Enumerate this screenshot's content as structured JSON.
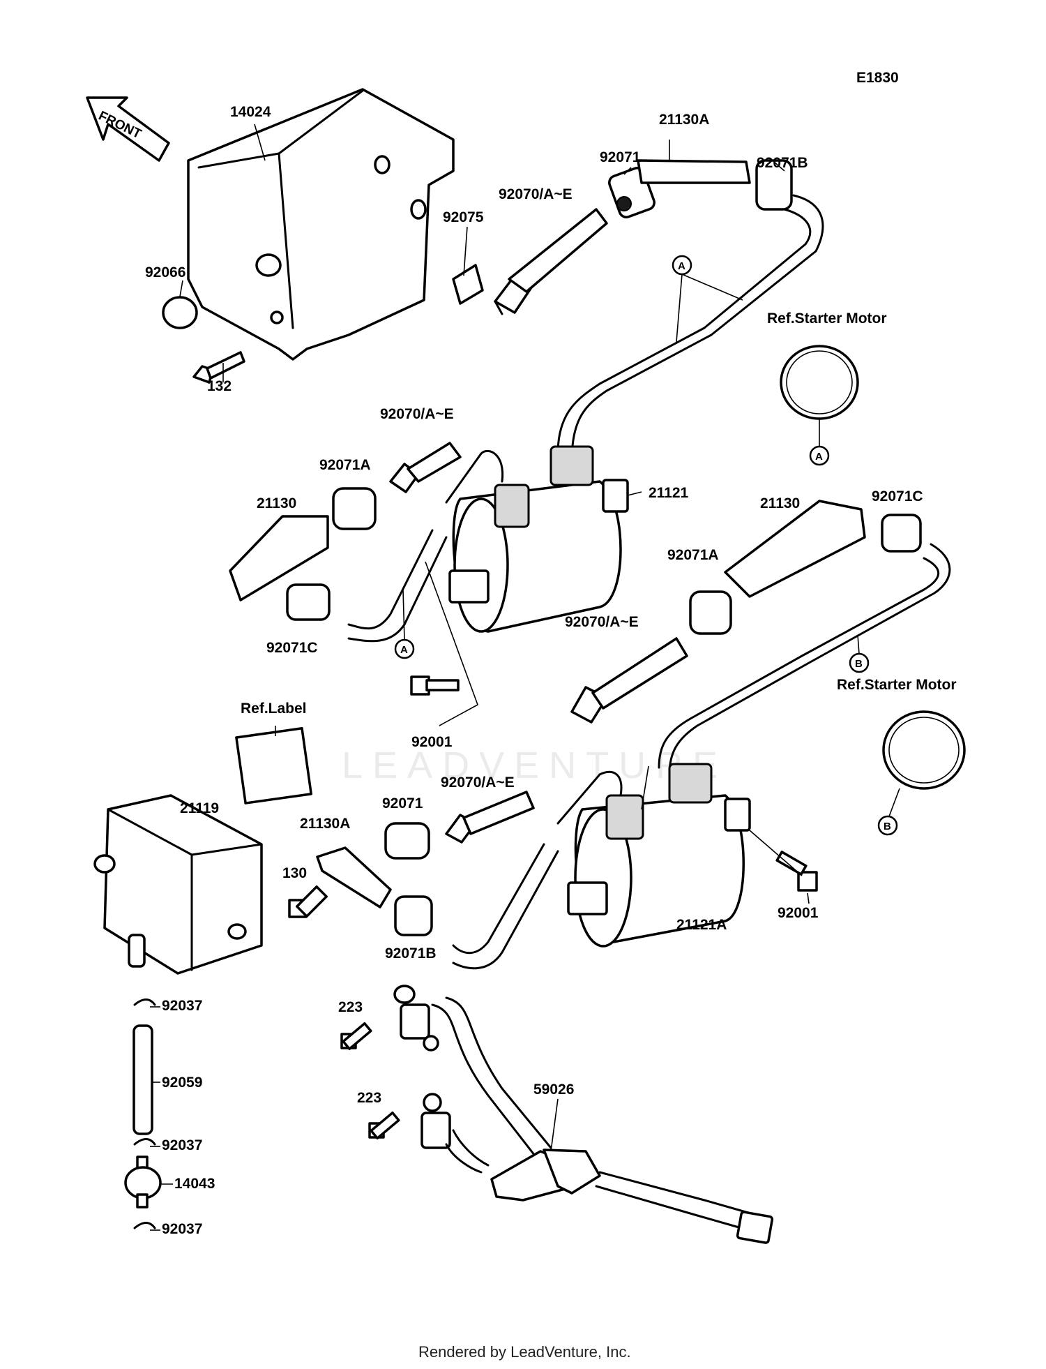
{
  "diagram_code": "E1830",
  "front_arrow": "FRONT",
  "labels": [
    "14024",
    "92066",
    "132",
    "92075",
    "21130A",
    "92071",
    "92071B",
    "92070/A~E",
    "Ref.Starter Motor",
    "92070/A~E",
    "92071A",
    "21130",
    "21121",
    "92071C",
    "21130",
    "92071C",
    "92071A",
    "92070/A~E",
    "92001",
    "Ref.Starter Motor",
    "Ref.Label",
    "21119",
    "21130A",
    "92071",
    "92070/A~E",
    "130",
    "92071B",
    "21121A",
    "92001",
    "92037",
    "92059",
    "92037",
    "14043",
    "92037",
    "223",
    "223",
    "59026"
  ],
  "ref_markers": [
    "A",
    "A",
    "A",
    "B",
    "B"
  ],
  "watermark": "LEADVENTURE",
  "footer": "Rendered by LeadVenture, Inc."
}
